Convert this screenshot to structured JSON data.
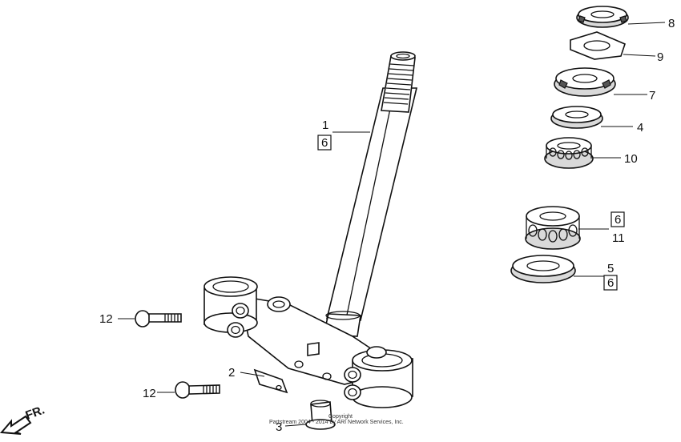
{
  "callouts": {
    "c1": "1",
    "c1_box": "6",
    "c2": "2",
    "c3": "3",
    "c4": "4",
    "c5": "5",
    "c5_box": "6",
    "c7": "7",
    "c8": "8",
    "c9": "9",
    "c10": "10",
    "c11_box": "6",
    "c11": "11",
    "c12a": "12",
    "c12b": "12"
  },
  "front_label": "FR.",
  "copyright_line1": "Copyright",
  "copyright_line2": "Partstream 2004 - 2014 by ARI Network Services, Inc."
}
